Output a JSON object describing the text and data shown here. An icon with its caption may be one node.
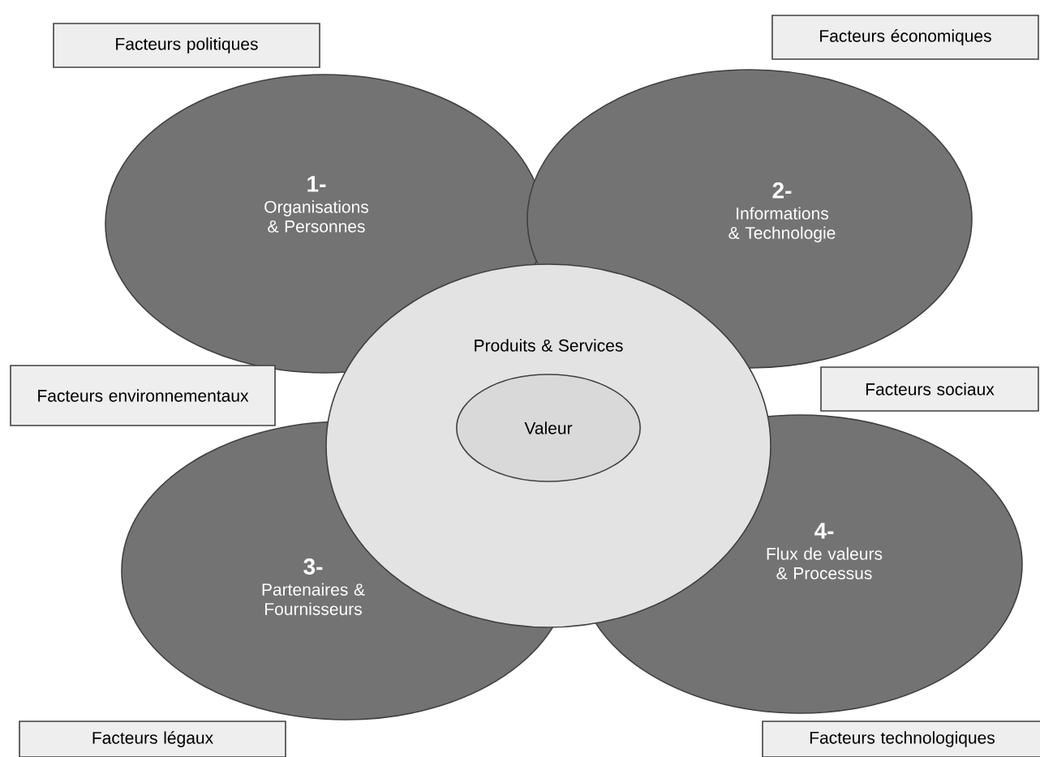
{
  "diagram": {
    "nodes": [
      {
        "text": [
          "Facteurs politiques"
        ]
      },
      {
        "text": [
          "Facteurs économiques"
        ]
      },
      {
        "text": [
          "1-",
          "Organisations & Personnes"
        ]
      },
      {
        "text": [
          "2-",
          "Informations & Technologie"
        ]
      },
      {
        "text": [
          "Produits & Services"
        ]
      },
      {
        "text": [
          "Valeur"
        ],
        "in": 4
      },
      {
        "text": [
          "Facteurs environnementaux"
        ]
      },
      {
        "text": [
          "Facteurs sociaux"
        ]
      },
      {
        "text": [
          "3-",
          "Partenaires & Fournisseurs"
        ]
      },
      {
        "text": [
          "4-",
          "Flux de valeurs & Processus"
        ]
      },
      {
        "text": [
          "Facteurs légaux"
        ]
      },
      {
        "text": [
          "Facteurs technologiques"
        ]
      }
    ]
  }
}
